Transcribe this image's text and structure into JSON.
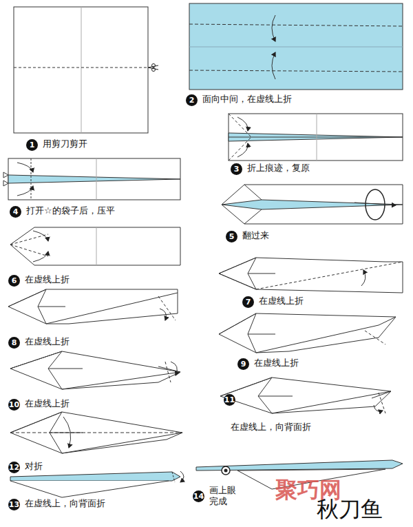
{
  "diagram": {
    "title": "秋刀鱼",
    "labels": [
      "1",
      "用剪刀剪开",
      "2",
      "面向中间，在虚线上折",
      "3",
      "折上痕迹，复原",
      "4",
      "打开☆的袋子后，压平",
      "5",
      "翻过来",
      "6",
      "在虚线上折",
      "7",
      "在虚线上折",
      "8",
      "在虚线上折",
      "9",
      "在虚线上折",
      "10",
      "在虚线上折",
      "11",
      "在虚线上，向背面折",
      "12",
      "对折",
      "13",
      "在虚线上，向背面折",
      "14",
      "画上眼 完成",
      "聚巧网"
    ]
  }
}
